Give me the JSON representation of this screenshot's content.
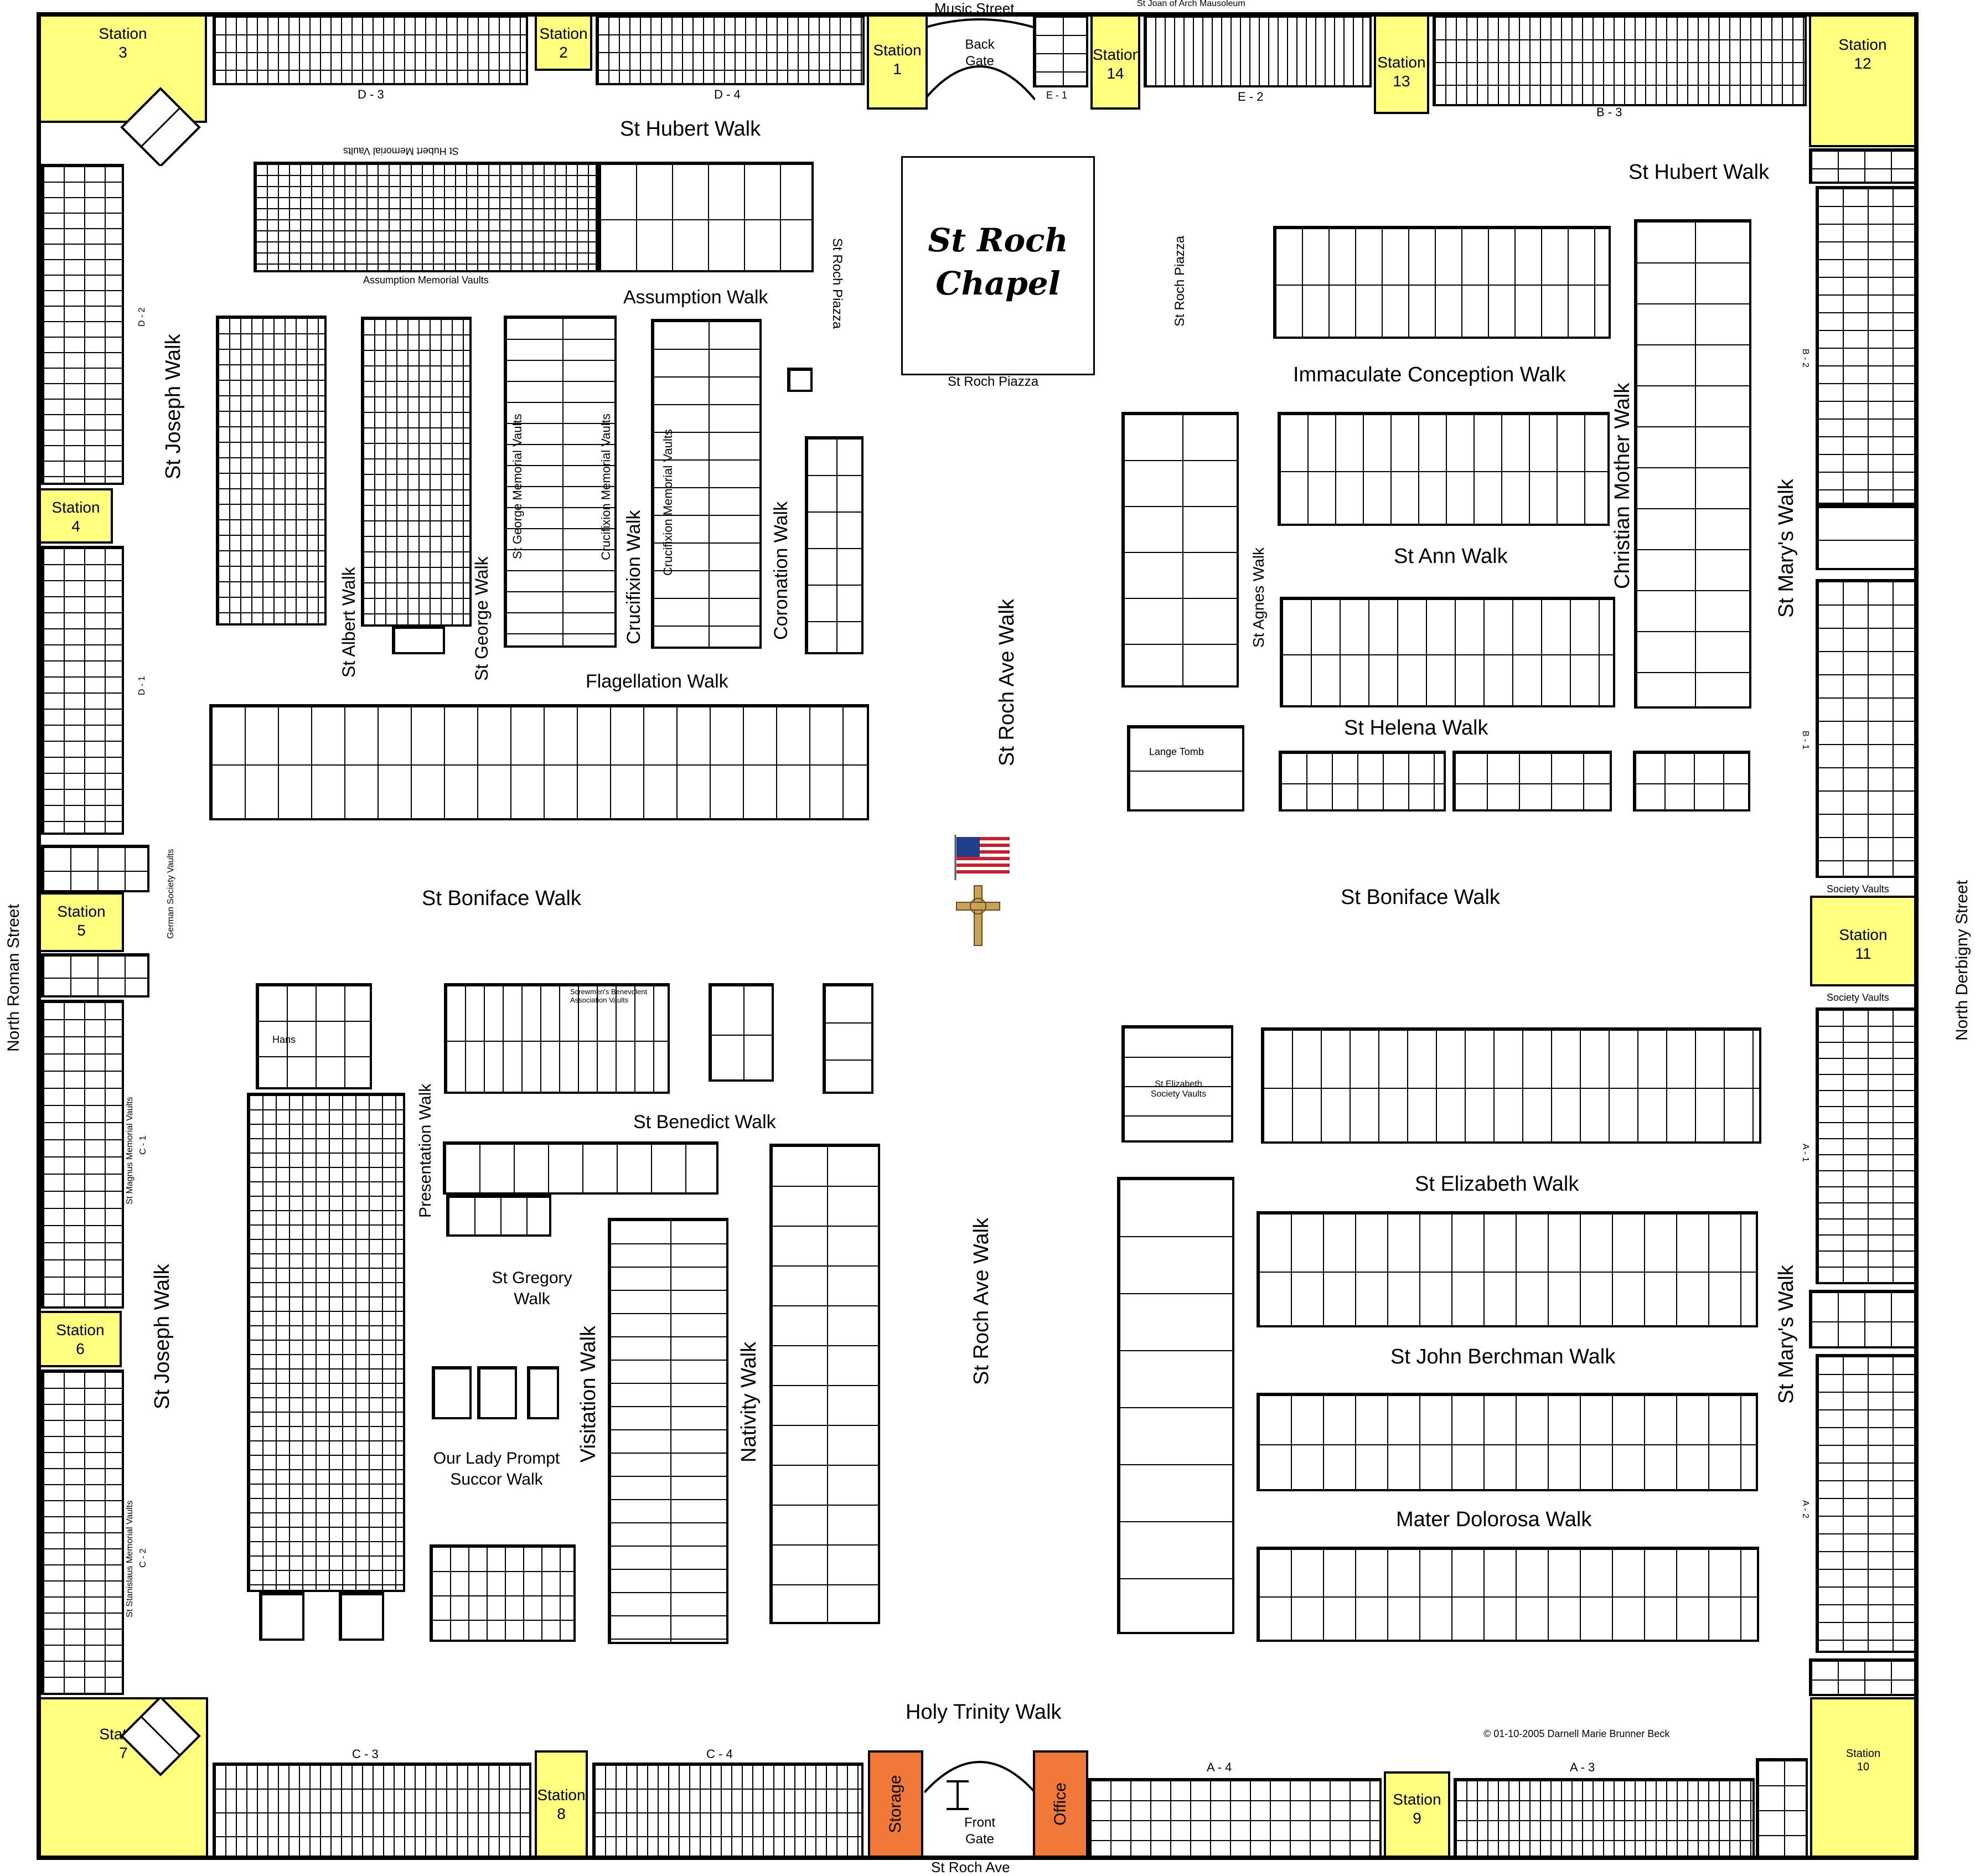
{
  "map": {
    "title": "St Roch Chapel",
    "copyright": "© 01-10-2005 Darnell Marie Brunner Beck"
  },
  "streets": {
    "north": "Music Street",
    "south": "St Roch Ave",
    "west": "North Roman Street",
    "east": "North Derbigny Street"
  },
  "gates": {
    "back": "Back Gate",
    "front": "Front Gate"
  },
  "buildings": {
    "storage": "Storage",
    "office": "Office",
    "mausoleum": "St Joan of Arch Mausoleum"
  },
  "stations": [
    {
      "label": "Station",
      "num": "1"
    },
    {
      "label": "Station",
      "num": "2"
    },
    {
      "label": "Station",
      "num": "3"
    },
    {
      "label": "Station",
      "num": "4"
    },
    {
      "label": "Station",
      "num": "5"
    },
    {
      "label": "Station",
      "num": "6"
    },
    {
      "label": "Station",
      "num": "7"
    },
    {
      "label": "Station",
      "num": "8"
    },
    {
      "label": "Station",
      "num": "9"
    },
    {
      "label": "Station",
      "num": "10"
    },
    {
      "label": "Station",
      "num": "11"
    },
    {
      "label": "Station",
      "num": "12"
    },
    {
      "label": "Station",
      "num": "13"
    },
    {
      "label": "Station",
      "num": "14"
    }
  ],
  "walks": {
    "st_hubert_left": "St Hubert Walk",
    "st_hubert_right": "St Hubert Walk",
    "assumption": "Assumption Walk",
    "st_joseph_top": "St Joseph Walk",
    "st_joseph_bottom": "St Joseph Walk",
    "st_albert": "St Albert Walk",
    "st_george": "St George Walk",
    "crucifixion": "Crucifixion Walk",
    "coronation": "Coronation Walk",
    "flagellation": "Flagellation Walk",
    "st_roch_ave_top": "St Roch Ave Walk",
    "st_roch_ave_bottom": "St Roch Ave Walk",
    "immaculate": "Immaculate Conception Walk",
    "christian_mother": "Christian Mother Walk",
    "st_marys_top": "St Mary's Walk",
    "st_marys_bottom": "St Mary's Walk",
    "st_agnes": "St Agnes Walk",
    "st_ann": "St Ann Walk",
    "st_helena": "St Helena Walk",
    "st_boniface_left": "St Boniface Walk",
    "st_boniface_right": "St Boniface Walk",
    "presentation": "Presentation Walk",
    "st_benedict": "St Benedict Walk",
    "st_gregory": "St Gregory Walk",
    "visitation": "Visitation Walk",
    "nativity": "Nativity Walk",
    "our_lady": "Our Lady Prompt Succor Walk",
    "st_elizabeth": "St Elizabeth Walk",
    "st_john": "St John Berchman Walk",
    "mater": "Mater Dolorosa Walk",
    "holy_trinity": "Holy Trinity Walk"
  },
  "labels": {
    "st_roch_piazza_1": "St Roch Piazza",
    "st_roch_piazza_2": "St Roch Piazza",
    "st_roch_piazza_3": "St Roch Piazza",
    "st_hubert_vaults": "St Hubert Memorial Vaults",
    "assumption_vaults": "Assumption Memorial Vaults",
    "st_george_vaults": "St George Memorial Vaults",
    "crucifixion_vaults": "Crucifixion Memorial Vaults",
    "lange_tomb": "Lange Tomb",
    "society_vaults_1": "Society Vaults",
    "society_vaults_2": "Society Vaults",
    "st_elizabeth_vaults": "St Elizabeth Society Vaults",
    "screwmen": "Screwmen's Benevolent Association Vaults",
    "german_vaults": "German Society Vaults",
    "st_magnus": "St Magnus Memorial Vaults",
    "st_stanislaus": "St Stanislaus Memorial Vaults",
    "hans": "Hans",
    "d3": "D - 3",
    "d4": "D - 4",
    "e1": "E - 1",
    "e2": "E - 2",
    "b3": "B - 3",
    "c3": "C - 3",
    "c4": "C - 4",
    "a4": "A - 4",
    "a3": "A - 3",
    "d2": "D - 2",
    "d1": "D - 1",
    "c1": "C - 1",
    "c2": "C - 2",
    "b2": "B - 2",
    "b1": "B - 1",
    "a1": "A - 1",
    "a2": "A - 2"
  }
}
